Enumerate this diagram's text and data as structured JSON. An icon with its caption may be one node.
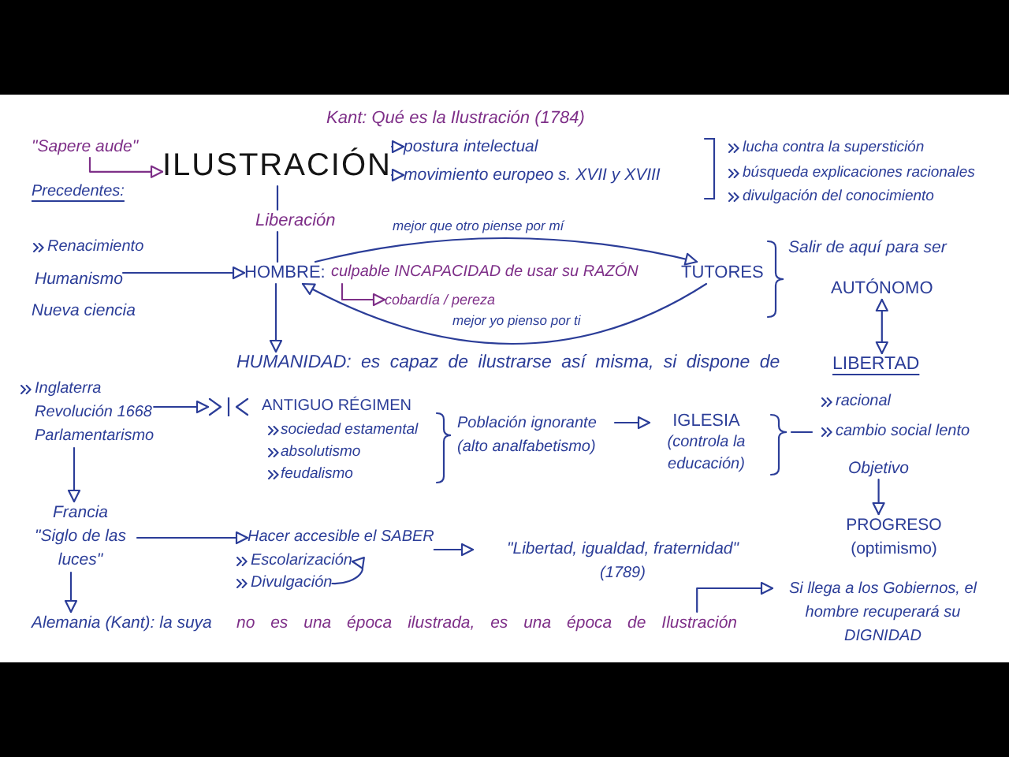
{
  "diagram": {
    "nodes": [
      {
        "text": [
          "\"Sapere aude\""
        ]
      },
      {
        "text": [
          "ILUSTRACIÓN"
        ]
      },
      {
        "text": [
          "postura intelectual"
        ]
      },
      {
        "text": [
          "movimiento europeo s. XVII y XVIII"
        ]
      },
      {
        "text": [
          "Liberación"
        ]
      },
      {
        "text": [
          "Humanismo"
        ]
      },
      {
        "text": [
          "HOMBRE:"
        ]
      },
      {
        "text": [
          "culpable INCAPACIDAD de usar su RAZÓN"
        ]
      },
      {
        "text": [
          "cobardía / pereza"
        ]
      },
      {
        "text": [
          "TUTORES"
        ]
      },
      {
        "text": [
          "AUTÓNOMO"
        ]
      },
      {
        "text": [
          "HUMANIDAD: es capaz de ilustrarse así misma, si dispone de"
        ]
      },
      {
        "text": [
          "LIBERTAD"
        ]
      },
      {
        "text": [
          "cambio social lento"
        ]
      },
      {
        "text": [
          "Objetivo"
        ]
      },
      {
        "text": [
          "PROGRESO",
          "(optimismo)"
        ]
      },
      {
        "text": [
          "Inglaterra",
          "Revolución 1668",
          "Parlamentarismo"
        ]
      },
      {
        "text": [
          "ANTIGUO RÉGIMEN"
        ],
        "beside": [
          "sociedad estamental",
          "absolutismo",
          "feudalismo"
        ]
      },
      {
        "text": [
          "Población ignorante (alto analfabetismo)"
        ]
      },
      {
        "text": [
          "IGLESIA",
          "(controla la educación)"
        ]
      },
      {
        "text": [
          "Francia",
          "\"Siglo de las luces\""
        ]
      },
      {
        "text": [
          "Hacer accesible el SABER"
        ]
      },
      {
        "text": [
          "Escolarización"
        ]
      },
      {
        "text": [
          "Divulgación"
        ]
      },
      {
        "text": [
          "\"Libertad, igualdad, fraternidad\"",
          "(1789)"
        ]
      },
      {
        "text": [
          "Alemania (Kant): la suya"
        ]
      },
      {
        "text": [
          "no es una época ilustrada, es una época de Ilustración"
        ]
      },
      {
        "text": [
          "Si llega a los Gobiernos, el hombre recuperará su DIGNIDAD"
        ]
      }
    ],
    "edges": [
      {
        "from": 0,
        "to": 1,
        "arrow": "to",
        "color": "#7e2f88"
      },
      {
        "from": 1,
        "to": 2,
        "arrow": "to"
      },
      {
        "from": 1,
        "to": 3,
        "arrow": "to"
      },
      {
        "from": 1,
        "to": 4,
        "arrow": "none"
      },
      {
        "from": 4,
        "to": 6,
        "arrow": "none"
      },
      {
        "from": 5,
        "to": 6,
        "arrow": "to"
      },
      {
        "from": 6,
        "to": 9,
        "arrow": "to",
        "label": "mejor que otro piense por mí"
      },
      {
        "from": 9,
        "to": 6,
        "arrow": "to",
        "label": "mejor yo pienso por ti"
      },
      {
        "from": 7,
        "to": 8,
        "arrow": "to",
        "color": "#7e2f88"
      },
      {
        "from": 10,
        "to": 12,
        "arrow": "both"
      },
      {
        "from": 6,
        "to": 11,
        "arrow": "to"
      },
      {
        "from": 16,
        "to": 17,
        "arrow": "to"
      },
      {
        "from": 18,
        "to": 19,
        "arrow": "to"
      },
      {
        "from": 19,
        "to": 13,
        "arrow": "none"
      },
      {
        "from": 14,
        "to": 15,
        "arrow": "to"
      },
      {
        "from": 16,
        "to": 20,
        "arrow": "to"
      },
      {
        "from": 20,
        "to": 21,
        "arrow": "to"
      },
      {
        "from": 23,
        "to": 22,
        "arrow": "to"
      },
      {
        "from": 21,
        "to": 24,
        "arrow": "to"
      },
      {
        "from": 20,
        "to": 25,
        "arrow": "to"
      },
      {
        "from": 26,
        "to": 27,
        "arrow": "to"
      }
    ],
    "labels": [
      "Kant: Qué es la Ilustración (1784)",
      "lucha contra la superstición",
      "búsqueda explicaciones racionales",
      "divulgación del conocimiento",
      "Precedentes:",
      "Renacimiento",
      "Salir de aquí para ser",
      "Nueva ciencia",
      "racional"
    ]
  }
}
